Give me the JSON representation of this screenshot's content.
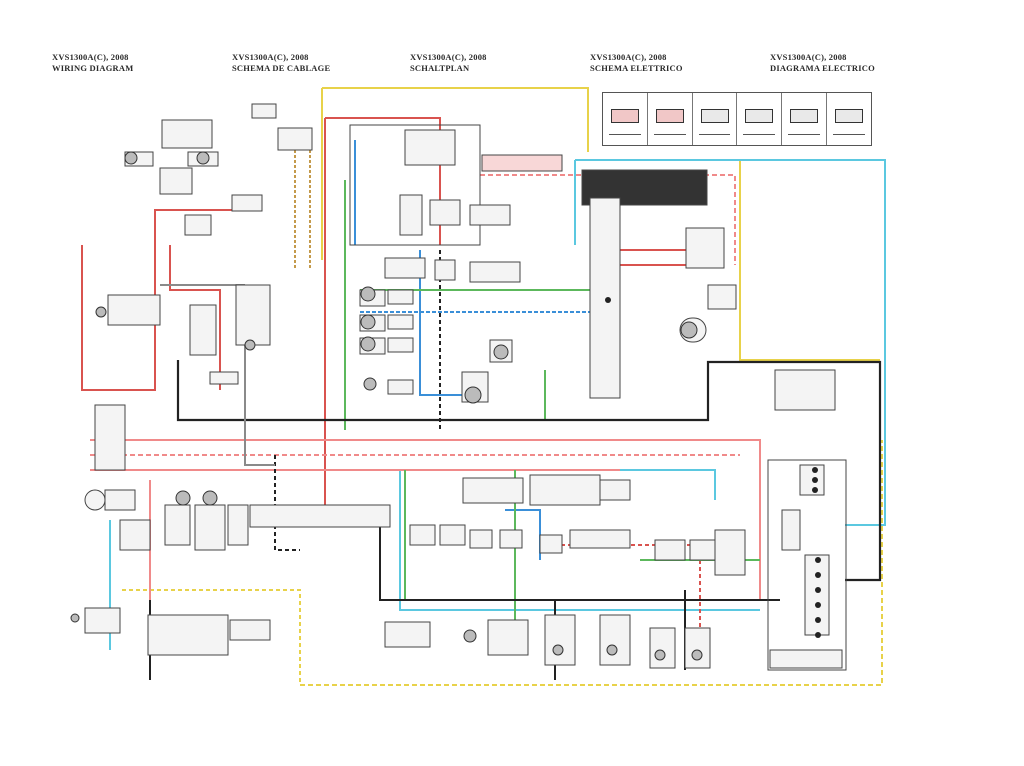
{
  "headers": [
    {
      "model": "XVS1300A(C), 2008",
      "title": "WIRING DIAGRAM"
    },
    {
      "model": "XVS1300A(C), 2008",
      "title": "SCHEMA DE CABLAGE"
    },
    {
      "model": "XVS1300A(C), 2008",
      "title": "SCHALTPLAN"
    },
    {
      "model": "XVS1300A(C), 2008",
      "title": "SCHEMA ELETTRICO"
    },
    {
      "model": "XVS1300A(C), 2008",
      "title": "DIAGRAMA ELECTRICO"
    }
  ],
  "legend": {
    "cells": 6
  },
  "colors": {
    "red": "#d9534f",
    "pink": "#f08a8a",
    "blue": "#3a8fd8",
    "cyan": "#5bc8e0",
    "yellow": "#e8d24a",
    "green": "#5cb85c",
    "black": "#222222",
    "brown": "#a0673a",
    "gray": "#8a8a8a"
  }
}
